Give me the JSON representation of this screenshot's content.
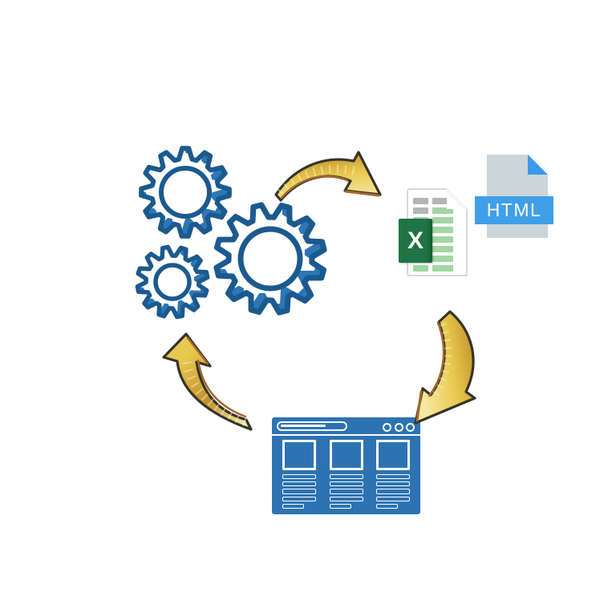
{
  "diagram": {
    "background": "#ffffff",
    "gears": {
      "teeth": 12,
      "outline_color": "#1b5a8e",
      "side_color": "#2e76b4",
      "face_color": "#ffffff"
    },
    "arrows": {
      "edge_color": "#35332a",
      "copper_color": "#a5682c",
      "hatch_color": "#fcf6d8",
      "gold_dark": "#c0912a",
      "gold": "#e8c94f",
      "gold_light": "#f6e9a2"
    },
    "excel_file": {
      "letter": "X",
      "cover_color": "#1f7446",
      "cover_edge_color": "#155c35",
      "page_color": "#ffffff",
      "page_border_color": "#d9d9d9",
      "cell_green": "#a3d6a3",
      "cell_gray": "#b5b5b5",
      "grid_rows": 8,
      "grid_cols": 2
    },
    "html_file": {
      "label": "HTML",
      "page_color": "#ccd5da",
      "banner_color": "#3f9fe8",
      "fold_color": "#3b99e9",
      "label_color": "#ffffff"
    },
    "webpage": {
      "fill_color": "#2d73b2",
      "line_color": "#ffffff",
      "columns": 3,
      "bars_per_column": 4,
      "has_short_bar": true,
      "window_buttons": 3
    }
  }
}
